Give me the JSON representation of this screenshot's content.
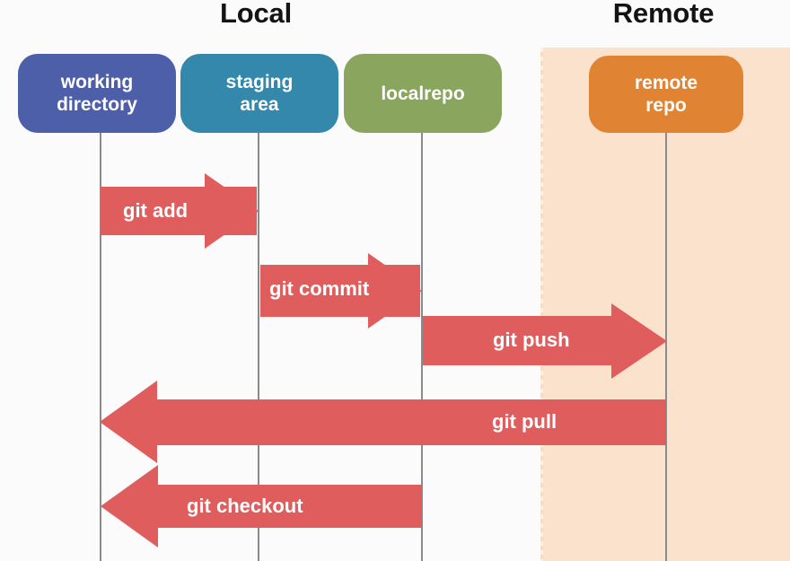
{
  "diagram": {
    "type": "git-workflow-sequence-diagram",
    "background_color": "#fbfbfb",
    "arrow_color": "#e05d5d",
    "lifeline_color": "#8b8b8b"
  },
  "sections": [
    {
      "id": "local",
      "title": "Local",
      "band_color": "none"
    },
    {
      "id": "remote",
      "title": "Remote",
      "band_color": "#fae2cd"
    }
  ],
  "nodes": [
    {
      "id": "working-directory",
      "label_line1": "working",
      "label_line2": "directory",
      "color": "#4d5fa8",
      "section": "local"
    },
    {
      "id": "staging-area",
      "label_line1": "staging",
      "label_line2": "area",
      "color": "#3388ab",
      "section": "local"
    },
    {
      "id": "localrepo",
      "label_line1": "localrepo",
      "label_line2": "",
      "color": "#8aa55e",
      "section": "local"
    },
    {
      "id": "remote-repo",
      "label_line1": "remote",
      "label_line2": "repo",
      "color": "#e08332",
      "section": "remote"
    }
  ],
  "arrows": [
    {
      "id": "git-add",
      "label": "git add",
      "from": "working-directory",
      "to": "staging-area",
      "direction": "right"
    },
    {
      "id": "git-commit",
      "label": "git commit",
      "from": "staging-area",
      "to": "localrepo",
      "direction": "right"
    },
    {
      "id": "git-push",
      "label": "git push",
      "from": "localrepo",
      "to": "remote-repo",
      "direction": "right"
    },
    {
      "id": "git-pull",
      "label": "git pull",
      "from": "remote-repo",
      "to": "localrepo",
      "direction": "left"
    },
    {
      "id": "git-checkout",
      "label": "git checkout",
      "from": "localrepo",
      "to": "working-directory",
      "direction": "left"
    }
  ]
}
